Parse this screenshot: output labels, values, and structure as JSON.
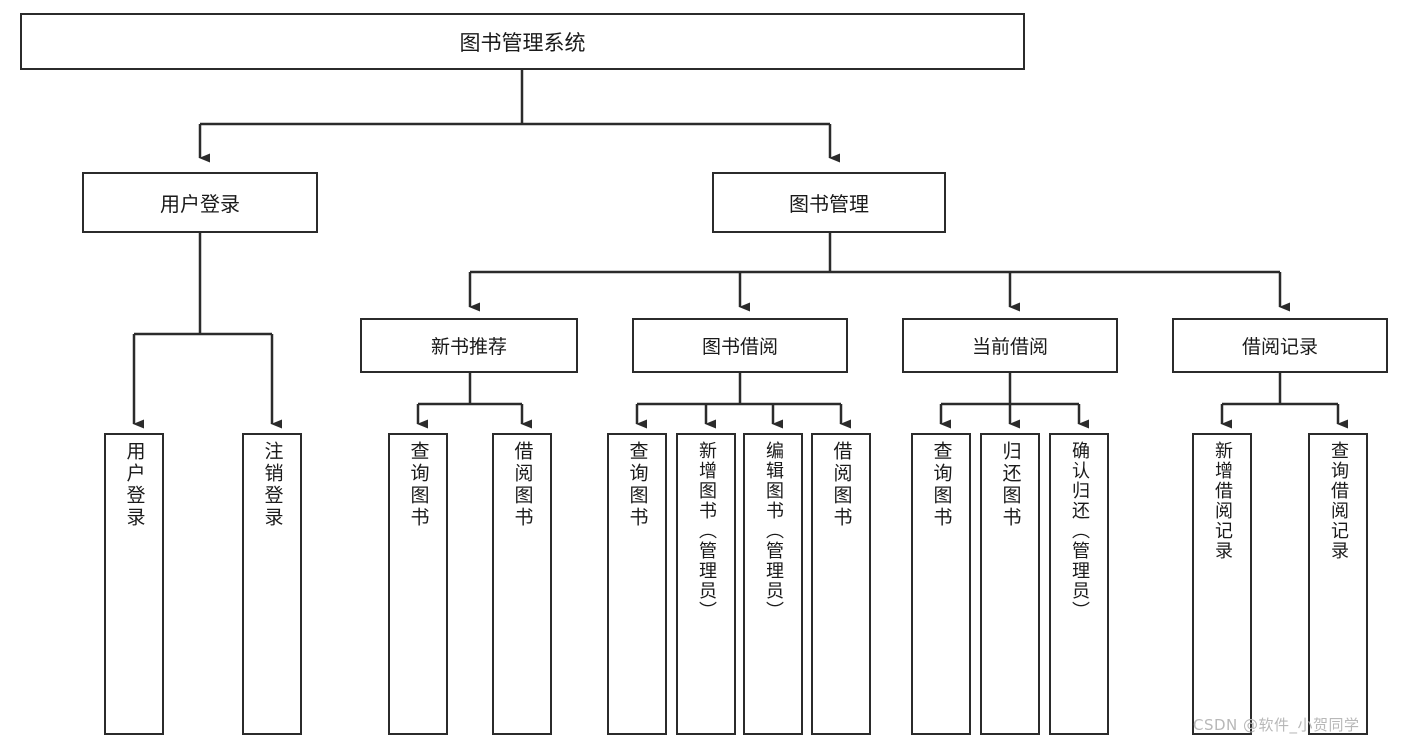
{
  "diagram": {
    "title": "图书管理系统",
    "type": "tree-hierarchy",
    "watermark": "CSDN @软件_小贺同学",
    "root": {
      "label": "图书管理系统"
    },
    "level2": [
      {
        "label": "用户登录"
      },
      {
        "label": "图书管理"
      }
    ],
    "level3": [
      {
        "label": "新书推荐"
      },
      {
        "label": "图书借阅"
      },
      {
        "label": "当前借阅"
      },
      {
        "label": "借阅记录"
      }
    ],
    "leaves": {
      "user_login": [
        {
          "label": "用户登录"
        },
        {
          "label": "注销登录"
        }
      ],
      "new_book_recommend": [
        {
          "label": "查询图书"
        },
        {
          "label": "借阅图书"
        }
      ],
      "book_borrow": [
        {
          "label": "查询图书"
        },
        {
          "label": "新增图书（管理员）"
        },
        {
          "label": "编辑图书（管理员）"
        },
        {
          "label": "借阅图书"
        }
      ],
      "current_borrow": [
        {
          "label": "查询图书"
        },
        {
          "label": "归还图书"
        },
        {
          "label": "确认归还（管理员）"
        }
      ],
      "borrow_record": [
        {
          "label": "新增借阅记录"
        },
        {
          "label": "查询借阅记录"
        }
      ]
    },
    "colors": {
      "border": "#2b2b2b",
      "background": "#ffffff",
      "text": "#1a1a1a",
      "watermark": "#b8b8b8"
    }
  }
}
